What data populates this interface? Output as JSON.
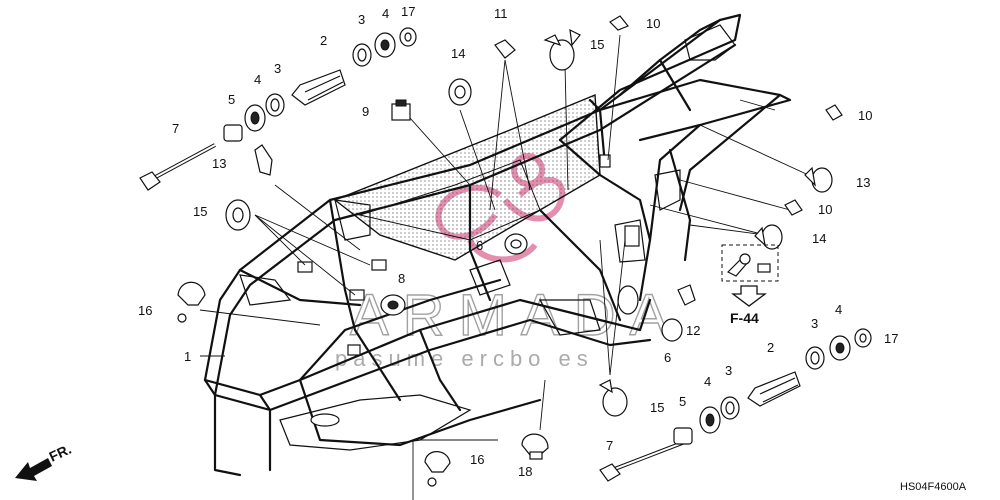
{
  "callouts": [
    {
      "id": "c-2-top",
      "text": "2"
    },
    {
      "id": "c-3-top",
      "text": "3"
    },
    {
      "id": "c-4-top",
      "text": "4"
    },
    {
      "id": "c-17-top",
      "text": "17"
    },
    {
      "id": "c-4-left",
      "text": "4"
    },
    {
      "id": "c-3-left",
      "text": "3"
    },
    {
      "id": "c-5-left",
      "text": "5"
    },
    {
      "id": "c-7-left",
      "text": "7"
    },
    {
      "id": "c-11",
      "text": "11"
    },
    {
      "id": "c-10-top",
      "text": "10"
    },
    {
      "id": "c-15-top",
      "text": "15"
    },
    {
      "id": "c-14-left",
      "text": "14"
    },
    {
      "id": "c-9",
      "text": "9"
    },
    {
      "id": "c-13-left",
      "text": "13"
    },
    {
      "id": "c-15-left",
      "text": "15"
    },
    {
      "id": "c-10-right",
      "text": "10"
    },
    {
      "id": "c-13-right",
      "text": "13"
    },
    {
      "id": "c-10-mid",
      "text": "10"
    },
    {
      "id": "c-14-right",
      "text": "14"
    },
    {
      "id": "c-6-mid",
      "text": "6"
    },
    {
      "id": "c-8",
      "text": "8"
    },
    {
      "id": "c-16-left",
      "text": "16"
    },
    {
      "id": "c-12",
      "text": "12"
    },
    {
      "id": "c-6-low",
      "text": "6"
    },
    {
      "id": "c-1",
      "text": "1"
    },
    {
      "id": "c-2-low",
      "text": "2"
    },
    {
      "id": "c-3-low",
      "text": "3"
    },
    {
      "id": "c-4-low",
      "text": "4"
    },
    {
      "id": "c-17-low",
      "text": "17"
    },
    {
      "id": "c-4-bot",
      "text": "4"
    },
    {
      "id": "c-3-bot",
      "text": "3"
    },
    {
      "id": "c-5-bot",
      "text": "5"
    },
    {
      "id": "c-15-bot",
      "text": "15"
    },
    {
      "id": "c-7-bot",
      "text": "7"
    },
    {
      "id": "c-18",
      "text": "18"
    },
    {
      "id": "c-16-bot",
      "text": "16"
    }
  ],
  "reference_label": "F-44",
  "direction_label": "FR.",
  "diagram_code": "HS04F4600A",
  "watermark": {
    "main": "ARMADA",
    "sub": "pasume ercbo es"
  }
}
